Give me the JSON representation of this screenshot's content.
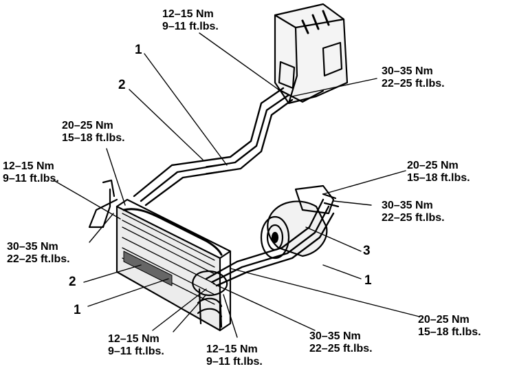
{
  "torque_labels": [
    {
      "nm": "12–15 Nm",
      "ftlbs": "9–11 ft.lbs."
    },
    {
      "nm": "30–35 Nm",
      "ftlbs": "22–25 ft.lbs."
    },
    {
      "nm": "20–25 Nm",
      "ftlbs": "15–18 ft.lbs."
    },
    {
      "nm": "12–15 Nm",
      "ftlbs": "9–11 ft.lbs."
    },
    {
      "nm": "20–25 Nm",
      "ftlbs": "15–18 ft.lbs."
    },
    {
      "nm": "30–35 Nm",
      "ftlbs": "22–25 ft.lbs."
    },
    {
      "nm": "30–35 Nm",
      "ftlbs": "22–25 ft.lbs."
    },
    {
      "nm": "20–25 Nm",
      "ftlbs": "15–18 ft.lbs."
    },
    {
      "nm": "12–15 Nm",
      "ftlbs": "9–11 ft.lbs."
    },
    {
      "nm": "12–15 Nm",
      "ftlbs": "9–11 ft.lbs."
    },
    {
      "nm": "30–35 Nm",
      "ftlbs": "22–25 ft.lbs."
    }
  ],
  "callouts": [
    "1",
    "2",
    "3",
    "1",
    "2",
    "1"
  ]
}
